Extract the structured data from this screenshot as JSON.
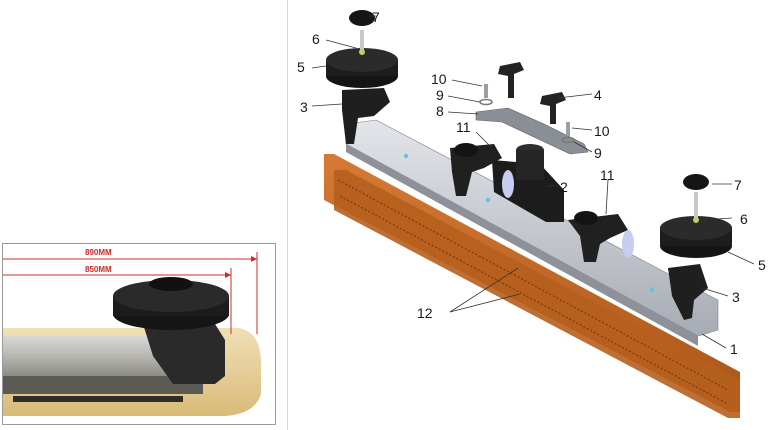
{
  "inset": {
    "dimension_outer": "890MM",
    "dimension_inner": "850MM"
  },
  "callouts": [
    {
      "id": "c1",
      "text": "1"
    },
    {
      "id": "c2",
      "text": "2"
    },
    {
      "id": "c3a",
      "text": "3"
    },
    {
      "id": "c3b",
      "text": "3"
    },
    {
      "id": "c4",
      "text": "4"
    },
    {
      "id": "c5a",
      "text": "5"
    },
    {
      "id": "c5b",
      "text": "5"
    },
    {
      "id": "c6a",
      "text": "6"
    },
    {
      "id": "c6b",
      "text": "6"
    },
    {
      "id": "c7a",
      "text": "7"
    },
    {
      "id": "c7b",
      "text": "7"
    },
    {
      "id": "c8",
      "text": "8"
    },
    {
      "id": "c9a",
      "text": "9"
    },
    {
      "id": "c9b",
      "text": "9"
    },
    {
      "id": "c10a",
      "text": "10"
    },
    {
      "id": "c10b",
      "text": "10"
    },
    {
      "id": "c11a",
      "text": "11"
    },
    {
      "id": "c11b",
      "text": "11"
    },
    {
      "id": "c12",
      "text": "12"
    }
  ],
  "colors": {
    "blade": "#c8692a",
    "frame": "#c9ccd2",
    "knob": "#1c1c1c",
    "dimension": "#cc2a2a"
  }
}
